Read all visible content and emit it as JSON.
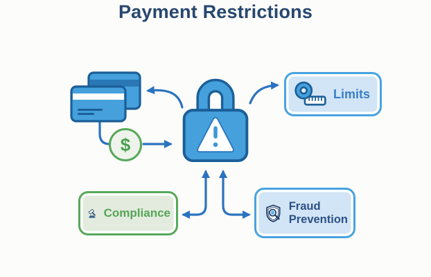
{
  "title": "Payment Restrictions",
  "nodes": {
    "lock": {
      "icon": "padlock-warning-icon"
    },
    "cards": {
      "icon": "credit-cards-icon"
    },
    "dollar": {
      "icon": "dollar-circle-icon",
      "symbol": "$"
    },
    "limits": {
      "icon": "tape-measure-icon",
      "label": "Limits"
    },
    "compliance": {
      "icon": "gavel-icon",
      "label": "Compliance"
    },
    "fraud": {
      "icon": "shield-magnifier-icon",
      "label": "Fraud Prevention"
    }
  },
  "connections": [
    "lock-to-cards",
    "dollar-to-lock",
    "cards-to-dollar",
    "lock-to-limits",
    "lock-compliance-bidirectional",
    "lock-fraud-bidirectional"
  ],
  "colors": {
    "background": "#fcfcfa",
    "title_text": "#27476f",
    "icon_blue_fill": "#45a0dc",
    "icon_outline": "#1c5f98",
    "arrow_blue": "#2b72c0",
    "limits_fill": "#d2e5f6",
    "limits_border": "#47a3e0",
    "limits_text": "#3a7ec6",
    "compliance_fill": "#e2ebdd",
    "compliance_border": "#57a85a",
    "compliance_text": "#55a557",
    "fraud_fill": "#d2e5f6",
    "fraud_border": "#47a3e0",
    "fraud_text": "#2b5184",
    "dollar_green": "#4aa04d",
    "navy_detail": "#1e3f66"
  }
}
